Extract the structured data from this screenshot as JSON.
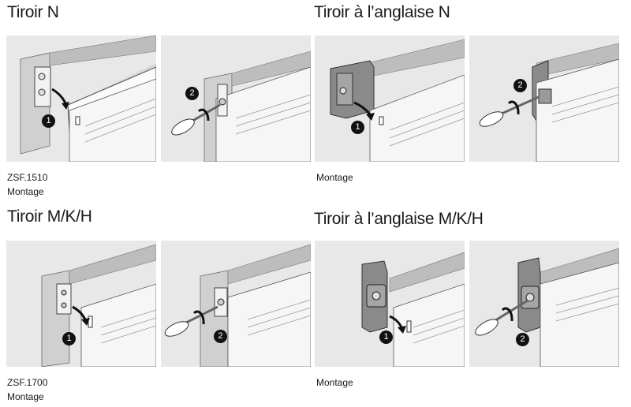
{
  "sections": [
    {
      "title": "Tiroir N",
      "caption_lines": [
        "ZSF.1510",
        "Montage"
      ],
      "steps": [
        {
          "number": "1"
        },
        {
          "number": "2"
        }
      ]
    },
    {
      "title": "Tiroir à l’anglaise N",
      "caption_lines": [
        "Montage"
      ],
      "steps": [
        {
          "number": "1"
        },
        {
          "number": "2"
        }
      ]
    },
    {
      "title": "Tiroir M/K/H",
      "caption_lines": [
        "ZSF.1700",
        "Montage"
      ],
      "steps": [
        {
          "number": "1"
        },
        {
          "number": "2"
        }
      ]
    },
    {
      "title": "Tiroir à l’anglaise M/K/H",
      "caption_lines": [
        "Montage"
      ],
      "steps": [
        {
          "number": "1"
        },
        {
          "number": "2"
        }
      ]
    }
  ],
  "colors": {
    "panel_bg": "#e8e8e8",
    "drawer_side": "#f6f6f6",
    "front_panel": "#bdbdbd",
    "bracket": "#808080",
    "badge": "#111111"
  },
  "icons": [
    "step-badge",
    "screwdriver-icon",
    "arrow-icon"
  ]
}
